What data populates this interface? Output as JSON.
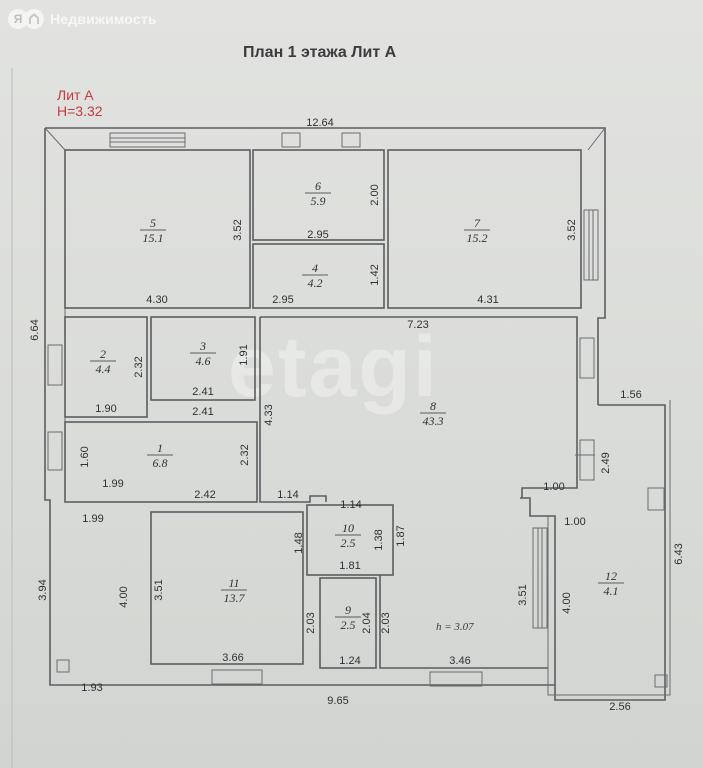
{
  "header": {
    "logo_letter": "Я",
    "brand": "Недвижимость"
  },
  "plan": {
    "title": "План 1 этажа Лит А",
    "lit_label": "Лит А",
    "height_label": "Н=3.32",
    "watermark": "etagi",
    "height_note": "h = 3.07"
  },
  "rooms": [
    {
      "number": "1",
      "area": "6.8"
    },
    {
      "number": "2",
      "area": "4.4"
    },
    {
      "number": "3",
      "area": "4.6"
    },
    {
      "number": "4",
      "area": "4.2"
    },
    {
      "number": "5",
      "area": "15.1"
    },
    {
      "number": "6",
      "area": "5.9"
    },
    {
      "number": "7",
      "area": "15.2"
    },
    {
      "number": "8",
      "area": "43.3"
    },
    {
      "number": "9",
      "area": "2.5"
    },
    {
      "number": "10",
      "area": "2.5"
    },
    {
      "number": "11",
      "area": "13.7"
    },
    {
      "number": "12",
      "area": "4.1"
    }
  ],
  "dimensions": [
    "12.64",
    "6.64",
    "3.52",
    "4.30",
    "2.00",
    "2.95",
    "1.42",
    "2.95",
    "3.52",
    "4.31",
    "7.23",
    "2.32",
    "1.91",
    "1.90",
    "2.41",
    "2.41",
    "4.33",
    "1.60",
    "2.32",
    "1.99",
    "2.42",
    "1.14",
    "1.14",
    "1.00",
    "2.49",
    "1.56",
    "1.99",
    "1.48",
    "1.38",
    "1.87",
    "1.00",
    "1.81",
    "3.94",
    "4.00",
    "3.51",
    "2.03",
    "2.04",
    "2.03",
    "3.51",
    "4.00",
    "6.43",
    "1.93",
    "3.66",
    "1.24",
    "3.46",
    "9.65",
    "2.56"
  ]
}
